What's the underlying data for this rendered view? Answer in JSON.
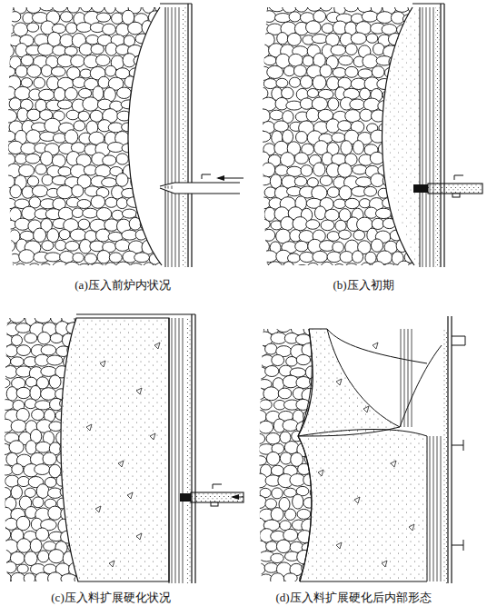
{
  "diagram": {
    "labels": [
      "(a)压入前炉内状况",
      "(b)压入初期",
      "(c)压入料扩展硬化状况",
      "(d)压入料扩展硬化后内部形态"
    ]
  }
}
